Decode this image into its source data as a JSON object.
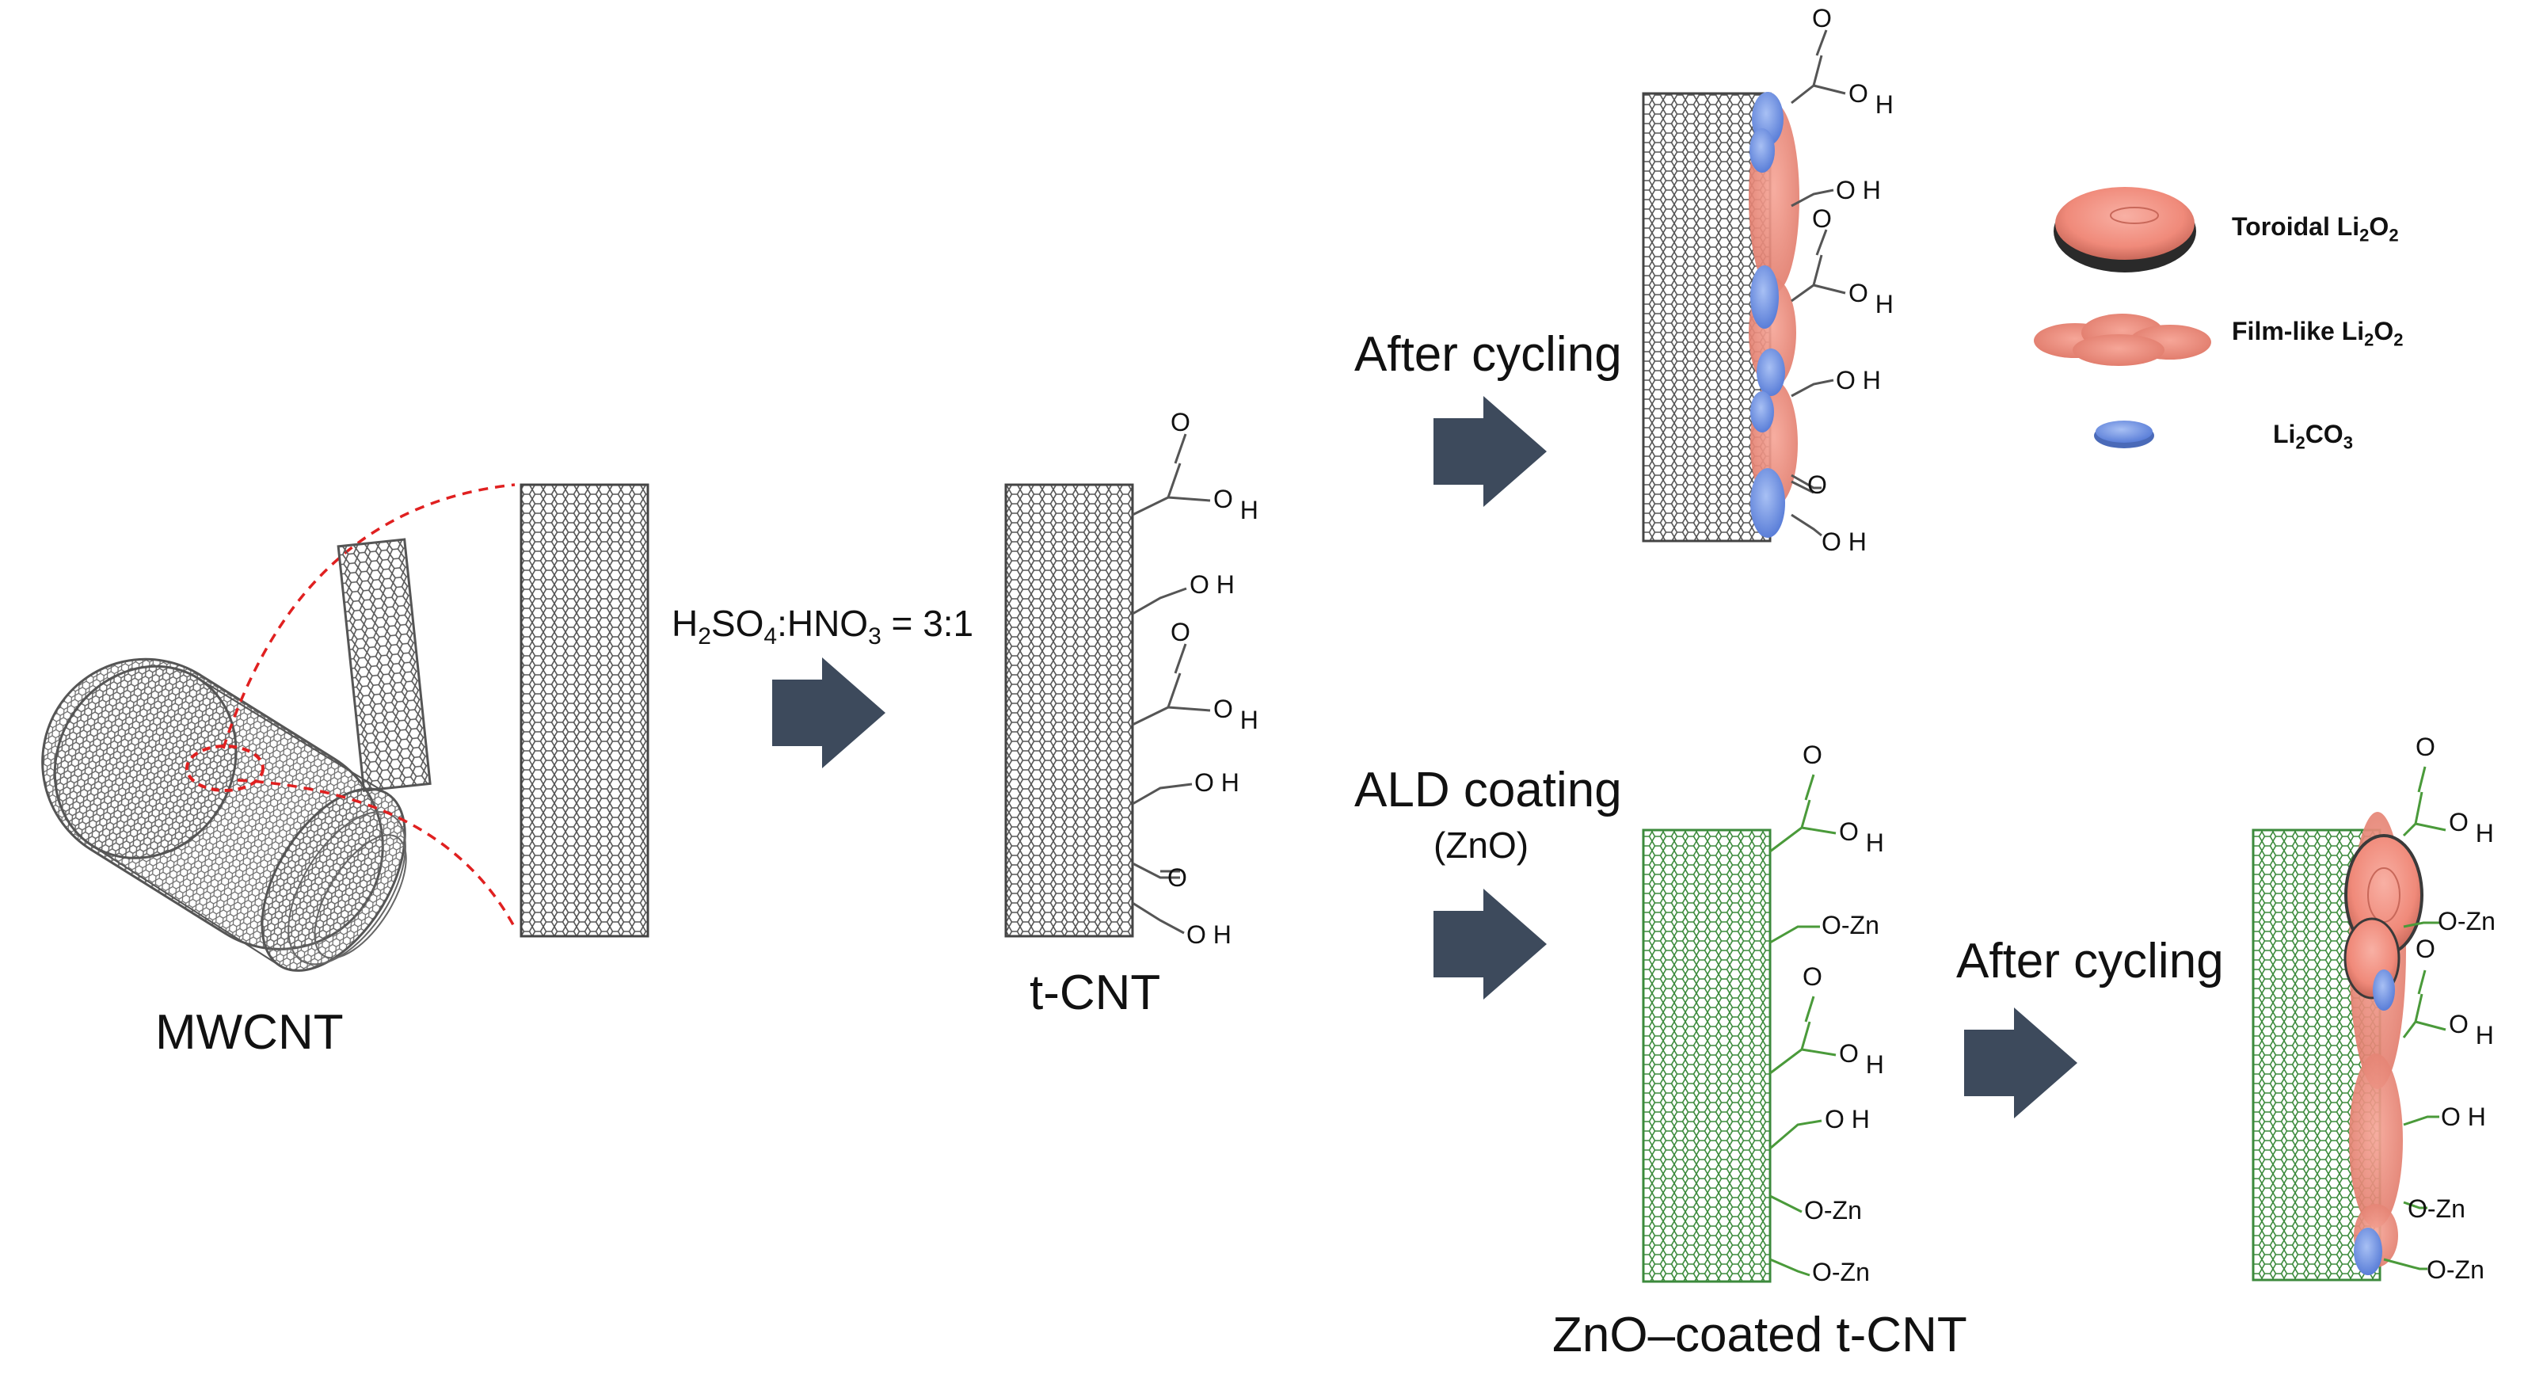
{
  "labels": {
    "mwcnt": "MWCNT",
    "acid_prefix": "H",
    "acid_h2": "2",
    "acid_so": "SO",
    "acid_o4": "4",
    "acid_hno": ":HNO",
    "acid_o3": "3",
    "acid_ratio": " = 3:1",
    "tcnt": "t-CNT",
    "after_cycling_top": "After cycling",
    "ald_coating": "ALD coating",
    "ald_sub": "(ZnO)",
    "zno_tcnt": "ZnO–coated t-CNT",
    "after_cycling_bottom": "After cycling"
  },
  "groups": {
    "o": "O",
    "oh_o": "O",
    "oh_h": "H",
    "ohsp": "O H",
    "ozn": "O-Zn"
  },
  "legend": {
    "toroidal": {
      "text": "Toroidal Li",
      "sub1": "2",
      "mid": "O",
      "sub2": "2"
    },
    "film": {
      "text": "Film-like Li",
      "sub1": "2",
      "mid": "O",
      "sub2": "2"
    },
    "carbonate": {
      "text": "Li",
      "sub1": "2",
      "mid": "CO",
      "sub2": "3"
    }
  },
  "colors": {
    "cnt_gray": "#444444",
    "cnt_green": "#3c8a3c",
    "group_gray": "#555555",
    "group_green": "#4a9a3a",
    "arrow": "#3d4a5c",
    "dashed_red": "#e02020",
    "li2o2": "#f08a7a",
    "li2co3": "#7a9ee8"
  }
}
